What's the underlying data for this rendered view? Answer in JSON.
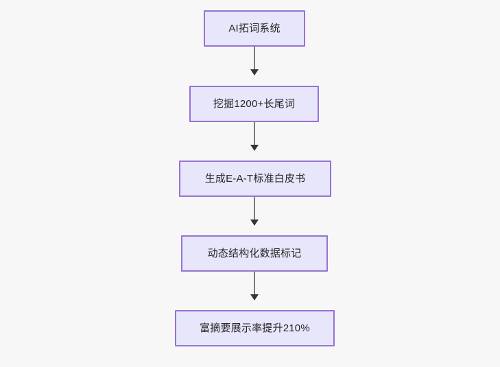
{
  "diagram": {
    "type": "flowchart",
    "direction": "top-to-bottom",
    "background_color": "#f7f7f8",
    "node_fill_color": "#e8e6fb",
    "node_border_color": "#9673d3",
    "node_text_color": "#262626",
    "edge_line_color": "#7a7a7a",
    "edge_arrow_color": "#333333",
    "nodes": [
      {
        "id": "n1",
        "label": "AI拓词系统"
      },
      {
        "id": "n2",
        "label": "挖掘1200+长尾词"
      },
      {
        "id": "n3",
        "label": "生成E-A-T标准白皮书"
      },
      {
        "id": "n4",
        "label": "动态结构化数据标记"
      },
      {
        "id": "n5",
        "label": "富摘要展示率提升210%"
      }
    ],
    "edges": [
      {
        "from": "n1",
        "to": "n2",
        "label": ""
      },
      {
        "from": "n2",
        "to": "n3",
        "label": ""
      },
      {
        "from": "n3",
        "to": "n4",
        "label": ""
      },
      {
        "from": "n4",
        "to": "n5",
        "label": ""
      }
    ]
  }
}
